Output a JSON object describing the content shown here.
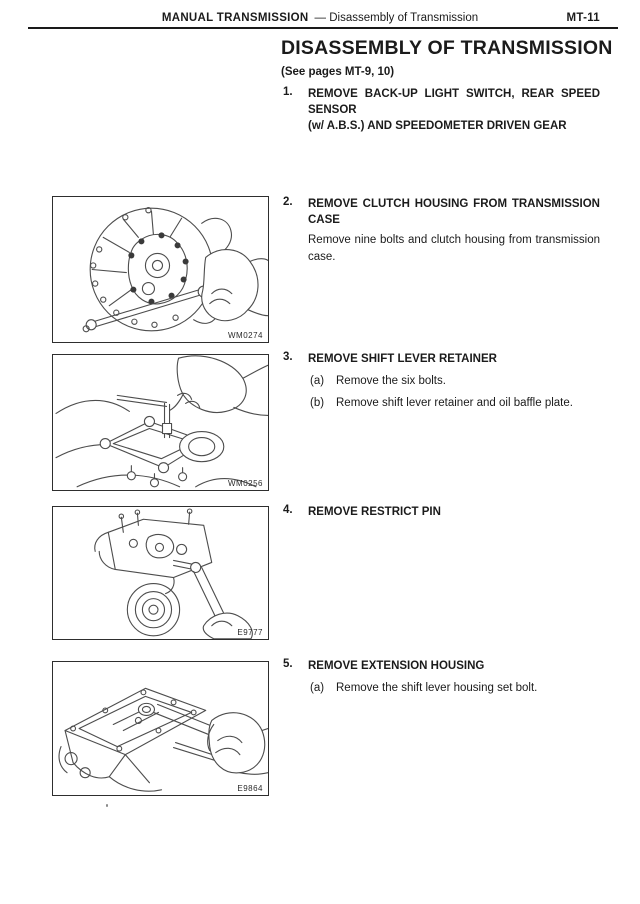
{
  "header": {
    "section": "MANUAL TRANSMISSION",
    "subsection": "— Disassembly of Transmission",
    "page_number": "MT-11"
  },
  "title": "DISASSEMBLY OF TRANSMISSION",
  "subtitle": "(See pages MT-9, 10)",
  "steps": [
    {
      "number": "1.",
      "heading_lines": [
        "REMOVE BACK-UP LIGHT SWITCH, REAR SPEED SENSOR",
        "(w/ A.B.S.) AND SPEEDOMETER DRIVEN GEAR"
      ]
    },
    {
      "number": "2.",
      "heading_lines": [
        "REMOVE CLUTCH HOUSING FROM TRANSMISSION",
        "CASE"
      ],
      "body_lines": [
        "Remove nine bolts and clutch housing from transmission",
        "case."
      ]
    },
    {
      "number": "3.",
      "heading_lines": [
        "REMOVE SHIFT LEVER RETAINER"
      ],
      "substeps": [
        {
          "label": "(a)",
          "text": "Remove the six bolts."
        },
        {
          "label": "(b)",
          "text": "Remove shift lever retainer and oil baffle plate."
        }
      ]
    },
    {
      "number": "4.",
      "heading_lines": [
        "REMOVE RESTRICT PIN"
      ]
    },
    {
      "number": "5.",
      "heading_lines": [
        "REMOVE EXTENSION HOUSING"
      ],
      "substeps": [
        {
          "label": "(a)",
          "text": "Remove the shift lever housing set bolt."
        }
      ]
    }
  ],
  "figures": [
    {
      "code": "WM0274"
    },
    {
      "code": "WM0256"
    },
    {
      "code": "E9777"
    },
    {
      "code": "E9864"
    }
  ]
}
